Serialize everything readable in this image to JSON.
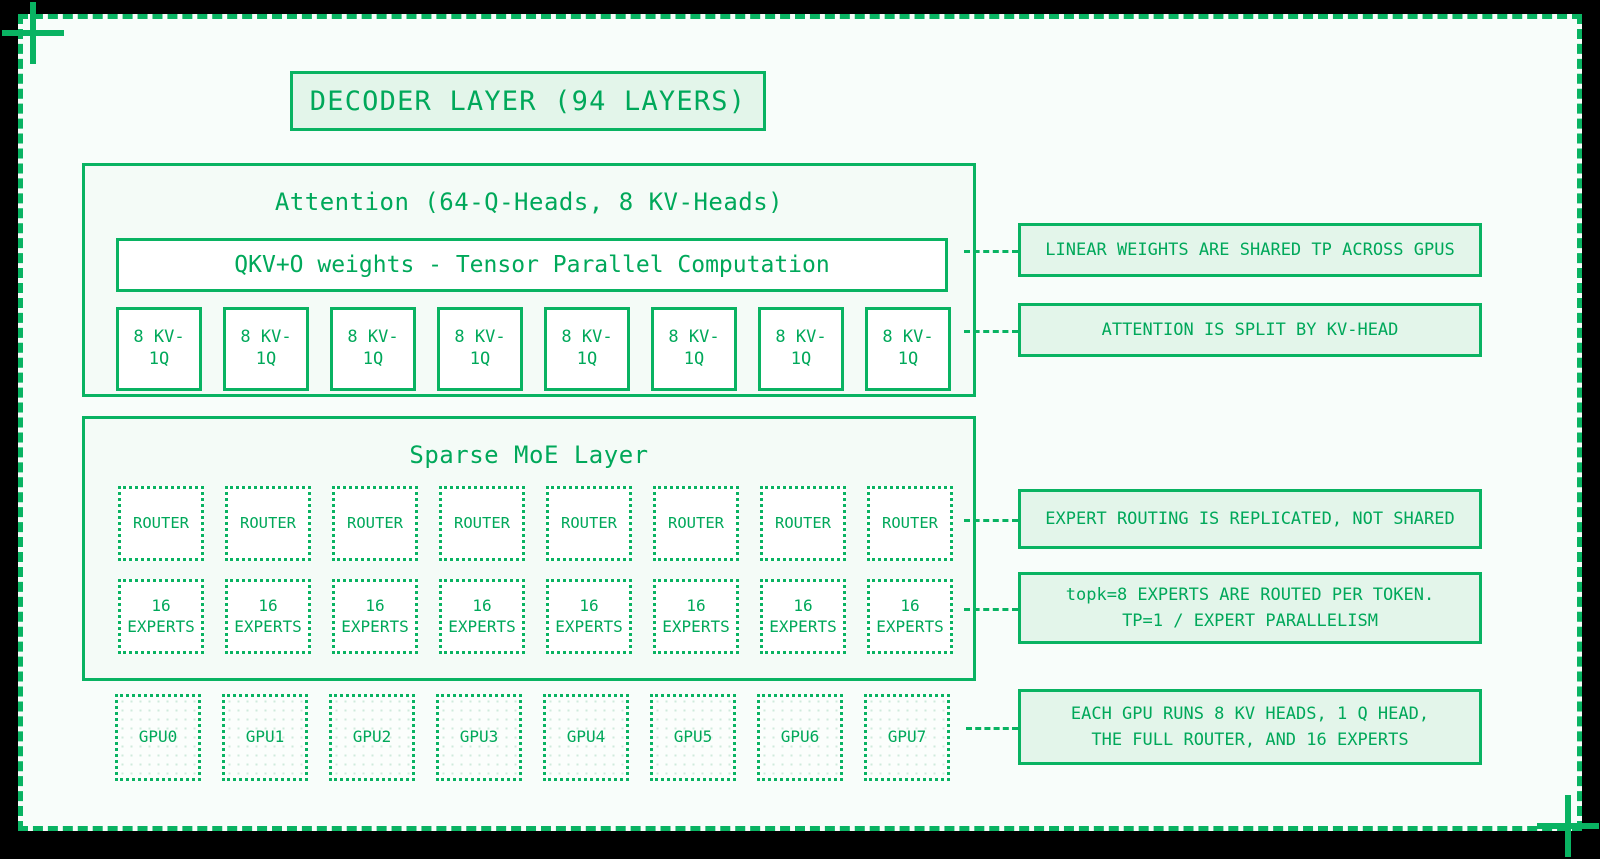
{
  "theme": {
    "accent": "#09b362",
    "text": "#00a85a",
    "page_bg": "#f8fdfa",
    "panel_bg": "#f4fbf7",
    "note_bg": "#e3f5ea",
    "outside_bg": "#000000"
  },
  "title": "DECODER LAYER (94 LAYERS)",
  "attention": {
    "heading": "Attention (64-Q-Heads, 8 KV-Heads)",
    "weights_box": "QKV+O weights - Tensor Parallel Computation",
    "heads": [
      {
        "line1": "8 KV-",
        "line2": "1Q"
      },
      {
        "line1": "8 KV-",
        "line2": "1Q"
      },
      {
        "line1": "8 KV-",
        "line2": "1Q"
      },
      {
        "line1": "8 KV-",
        "line2": "1Q"
      },
      {
        "line1": "8 KV-",
        "line2": "1Q"
      },
      {
        "line1": "8 KV-",
        "line2": "1Q"
      },
      {
        "line1": "8 KV-",
        "line2": "1Q"
      },
      {
        "line1": "8 KV-",
        "line2": "1Q"
      }
    ]
  },
  "moe": {
    "heading": "Sparse MoE Layer",
    "routers": [
      {
        "label": "ROUTER"
      },
      {
        "label": "ROUTER"
      },
      {
        "label": "ROUTER"
      },
      {
        "label": "ROUTER"
      },
      {
        "label": "ROUTER"
      },
      {
        "label": "ROUTER"
      },
      {
        "label": "ROUTER"
      },
      {
        "label": "ROUTER"
      }
    ],
    "experts": [
      {
        "line1": "16",
        "line2": "EXPERTS"
      },
      {
        "line1": "16",
        "line2": "EXPERTS"
      },
      {
        "line1": "16",
        "line2": "EXPERTS"
      },
      {
        "line1": "16",
        "line2": "EXPERTS"
      },
      {
        "line1": "16",
        "line2": "EXPERTS"
      },
      {
        "line1": "16",
        "line2": "EXPERTS"
      },
      {
        "line1": "16",
        "line2": "EXPERTS"
      },
      {
        "line1": "16",
        "line2": "EXPERTS"
      }
    ]
  },
  "gpus": [
    {
      "label": "GPU0"
    },
    {
      "label": "GPU1"
    },
    {
      "label": "GPU2"
    },
    {
      "label": "GPU3"
    },
    {
      "label": "GPU4"
    },
    {
      "label": "GPU5"
    },
    {
      "label": "GPU6"
    },
    {
      "label": "GPU7"
    }
  ],
  "notes": {
    "linear_weights": "LINEAR WEIGHTS ARE SHARED TP ACROSS GPUS",
    "attention_split": "ATTENTION IS SPLIT BY KV-HEAD",
    "expert_routing": "EXPERT ROUTING IS REPLICATED, NOT SHARED",
    "topk_line1": "topk=8 EXPERTS ARE ROUTED PER TOKEN.",
    "topk_line2": "TP=1 / EXPERT PARALLELISM",
    "each_gpu_line1": "EACH GPU RUNS 8 KV HEADS, 1 Q HEAD,",
    "each_gpu_line2": "THE FULL ROUTER, AND 16 EXPERTS"
  }
}
